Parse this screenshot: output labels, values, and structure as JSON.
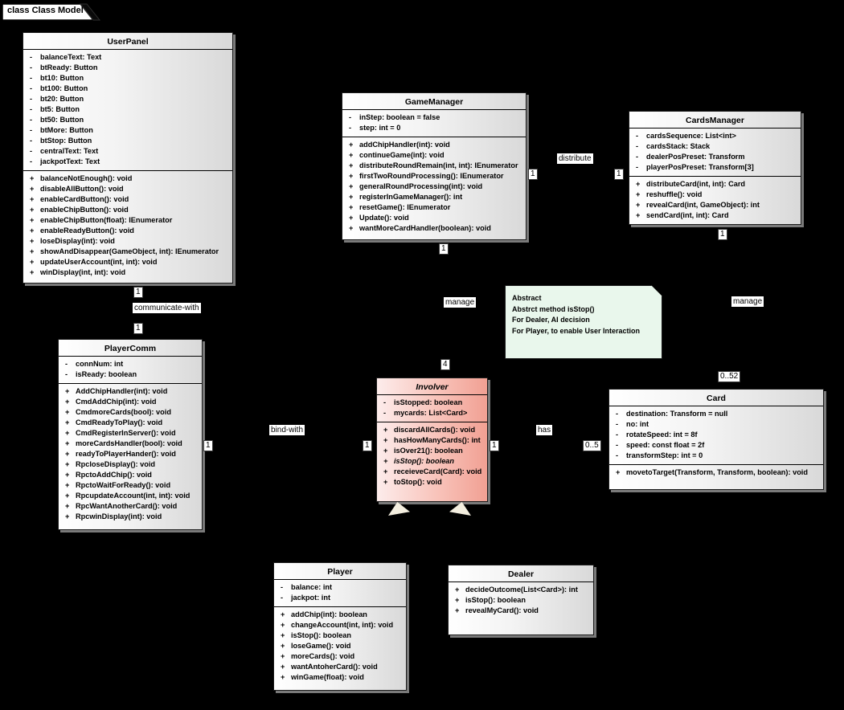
{
  "tab": {
    "label": "class Class Model"
  },
  "colors": {
    "background": "#000000",
    "class_fill_light": "#ffffff",
    "class_fill_dark": "#d9d9d9",
    "abstract_fill": "#f1a093",
    "note_fill": "#e9f7ec",
    "shadow": "#7a7a7a"
  },
  "classes": {
    "userPanel": {
      "title": "UserPanel",
      "attributes": [
        {
          "v": "-",
          "t": "balanceText: Text"
        },
        {
          "v": "-",
          "t": "btReady: Button"
        },
        {
          "v": "-",
          "t": "bt10: Button"
        },
        {
          "v": "-",
          "t": "bt100: Button"
        },
        {
          "v": "-",
          "t": "bt20: Button"
        },
        {
          "v": "-",
          "t": "bt5: Button"
        },
        {
          "v": "-",
          "t": "bt50: Button"
        },
        {
          "v": "-",
          "t": "btMore: Button"
        },
        {
          "v": "-",
          "t": "btStop: Button"
        },
        {
          "v": "-",
          "t": "centralText: Text"
        },
        {
          "v": "-",
          "t": "jackpotText: Text"
        }
      ],
      "methods": [
        {
          "v": "+",
          "t": "balanceNotEnough(): void"
        },
        {
          "v": "+",
          "t": "disableAllButton(): void"
        },
        {
          "v": "+",
          "t": "enableCardButton(): void"
        },
        {
          "v": "+",
          "t": "enableChipButton(): void"
        },
        {
          "v": "+",
          "t": "enableChipButton(float): IEnumerator"
        },
        {
          "v": "+",
          "t": "enableReadyButton(): void"
        },
        {
          "v": "+",
          "t": "loseDisplay(int): void"
        },
        {
          "v": "+",
          "t": "showAndDisappear(GameObject, int): IEnumerator"
        },
        {
          "v": "+",
          "t": "updateUserAccount(int, int): void"
        },
        {
          "v": "+",
          "t": "winDisplay(int, int): void"
        }
      ]
    },
    "gameManager": {
      "title": "GameManager",
      "attributes": [
        {
          "v": "-",
          "t": "inStep: boolean = false"
        },
        {
          "v": "-",
          "t": "step: int = 0"
        }
      ],
      "methods": [
        {
          "v": "+",
          "t": "addChipHandler(int): void"
        },
        {
          "v": "+",
          "t": "continueGame(int): void"
        },
        {
          "v": "+",
          "t": "distributeRoundRemain(int, int): IEnumerator"
        },
        {
          "v": "+",
          "t": "firstTwoRoundProcessing(): IEnumerator"
        },
        {
          "v": "+",
          "t": "generalRoundProcessing(int): void"
        },
        {
          "v": "+",
          "t": "registerInGameManager(): int"
        },
        {
          "v": "+",
          "t": "resetGame(): IEnumerator"
        },
        {
          "v": "+",
          "t": "Update(): void"
        },
        {
          "v": "+",
          "t": "wantMoreCardHandler(boolean): void"
        }
      ]
    },
    "cardsManager": {
      "title": "CardsManager",
      "attributes": [
        {
          "v": "-",
          "t": "cardsSequence: List<int>"
        },
        {
          "v": "-",
          "t": "cardsStack: Stack"
        },
        {
          "v": "-",
          "t": "dealerPosPreset: Transform"
        },
        {
          "v": "-",
          "t": "playerPosPreset: Transform[3]"
        }
      ],
      "methods": [
        {
          "v": "+",
          "t": "distributeCard(int, int): Card"
        },
        {
          "v": "+",
          "t": "reshuffle(): void"
        },
        {
          "v": "+",
          "t": "revealCard(int, GameObject): int"
        },
        {
          "v": "+",
          "t": "sendCard(int, int): Card"
        }
      ]
    },
    "playerComm": {
      "title": "PlayerComm",
      "attributes": [
        {
          "v": "-",
          "t": "connNum: int"
        },
        {
          "v": "-",
          "t": "isReady: boolean"
        }
      ],
      "methods": [
        {
          "v": "+",
          "t": "AddChipHandler(int): void"
        },
        {
          "v": "+",
          "t": "CmdAddChip(int): void"
        },
        {
          "v": "+",
          "t": "CmdmoreCards(bool): void"
        },
        {
          "v": "+",
          "t": "CmdReadyToPlay(): void"
        },
        {
          "v": "+",
          "t": "CmdRegisterInServer(): void"
        },
        {
          "v": "+",
          "t": "moreCardsHandler(bool): void"
        },
        {
          "v": "+",
          "t": "readyToPlayerHander(): void"
        },
        {
          "v": "+",
          "t": "RpcloseDisplay(): void"
        },
        {
          "v": "+",
          "t": "RpctoAddChip(): void"
        },
        {
          "v": "+",
          "t": "RpctoWaitForReady(): void"
        },
        {
          "v": "+",
          "t": "RpcupdateAccount(int, int): void"
        },
        {
          "v": "+",
          "t": "RpcWantAnotherCard(): void"
        },
        {
          "v": "+",
          "t": "RpcwinDisplay(int): void"
        }
      ]
    },
    "involver": {
      "title": "Involver",
      "attributes": [
        {
          "v": "-",
          "t": "isStopped: boolean"
        },
        {
          "v": "-",
          "t": "mycards: List<Card>"
        }
      ],
      "methods": [
        {
          "v": "+",
          "t": "discardAllCards(): void"
        },
        {
          "v": "+",
          "t": "hasHowManyCards(): int"
        },
        {
          "v": "+",
          "t": "isOver21(): boolean"
        },
        {
          "v": "+",
          "t": "isStop(): boolean",
          "i": true
        },
        {
          "v": "+",
          "t": "receieveCard(Card): void"
        },
        {
          "v": "+",
          "t": "toStop(): void"
        }
      ]
    },
    "card": {
      "title": "Card",
      "attributes": [
        {
          "v": "-",
          "t": "destination: Transform = null"
        },
        {
          "v": "-",
          "t": "no: int"
        },
        {
          "v": "-",
          "t": "rotateSpeed: int = 8f"
        },
        {
          "v": "-",
          "t": "speed: const float = 2f"
        },
        {
          "v": "-",
          "t": "transformStep: int = 0"
        }
      ],
      "methods": [
        {
          "v": "+",
          "t": "movetoTarget(Transform, Transform, boolean): void"
        }
      ]
    },
    "player": {
      "title": "Player",
      "attributes": [
        {
          "v": "-",
          "t": "balance: int"
        },
        {
          "v": "-",
          "t": "jackpot: int"
        }
      ],
      "methods": [
        {
          "v": "+",
          "t": "addChip(int): boolean"
        },
        {
          "v": "+",
          "t": "changeAccount(int, int): void"
        },
        {
          "v": "+",
          "t": "isStop(): boolean"
        },
        {
          "v": "+",
          "t": "loseGame(): void"
        },
        {
          "v": "+",
          "t": "moreCards(): void"
        },
        {
          "v": "+",
          "t": "wantAntoherCard(): void"
        },
        {
          "v": "+",
          "t": "winGame(float): void"
        }
      ]
    },
    "dealer": {
      "title": "Dealer",
      "methods": [
        {
          "v": "+",
          "t": "decideOutcome(List<Card>): int"
        },
        {
          "v": "+",
          "t": "isStop(): boolean"
        },
        {
          "v": "+",
          "t": "revealMyCard(): void"
        }
      ]
    }
  },
  "note": {
    "lines": [
      "Abstract",
      "Abstrct method isStop()",
      "For Dealer, AI decision",
      "For Player, to enable User Interaction"
    ]
  },
  "connectors": {
    "communicate": {
      "label": "communicate-with",
      "source_mult": "1",
      "target_mult": "1"
    },
    "manage_involver": {
      "label": "manage",
      "source_mult": "1",
      "target_mult": "4"
    },
    "distribute": {
      "label": "distribute",
      "source_mult": "1",
      "target_mult": "1"
    },
    "manage_card": {
      "label": "manage",
      "source_mult": "1",
      "target_mult": "0..52"
    },
    "bind_with": {
      "label": "bind-with",
      "source_mult": "1",
      "target_mult": "1"
    },
    "has": {
      "label": "has",
      "source_mult": "1",
      "target_mult": "0..5"
    }
  }
}
